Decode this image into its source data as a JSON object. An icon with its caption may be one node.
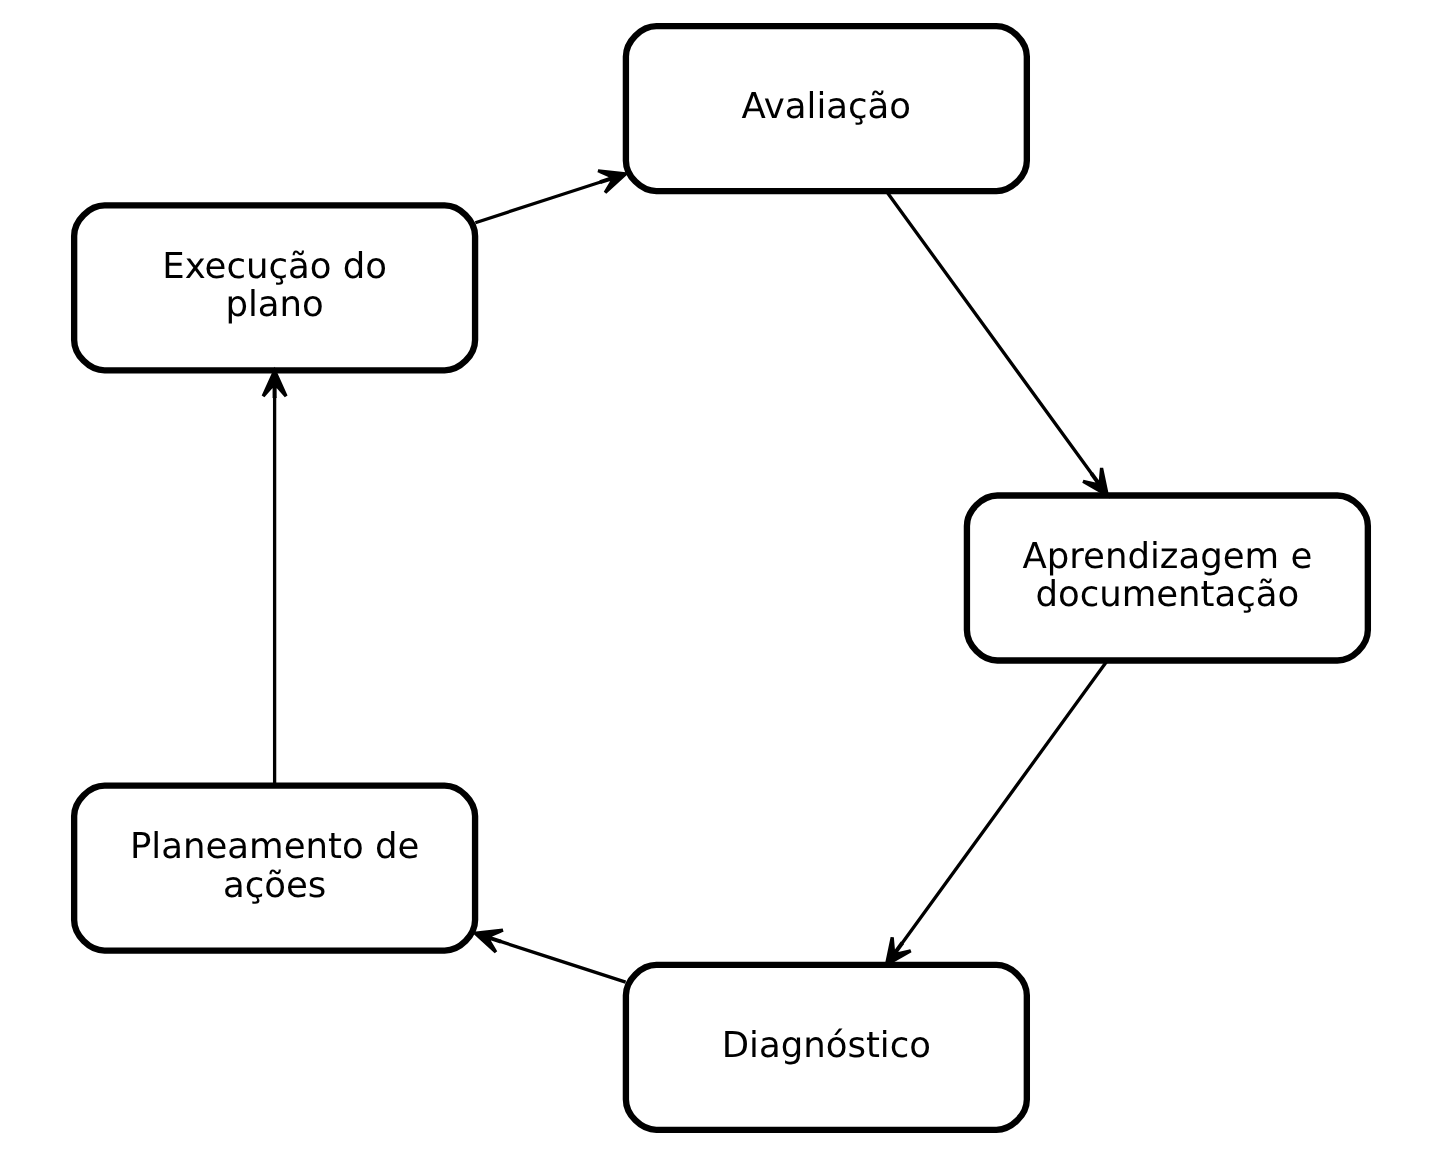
{
  "diagram": {
    "nodes": [
      {
        "text": [
          "Diagnóstico"
        ]
      },
      {
        "text": [
          "Planeamento de ações"
        ]
      },
      {
        "text": [
          "Execução do plano"
        ]
      },
      {
        "text": [
          "Avaliação"
        ]
      },
      {
        "text": [
          "Aprendizagem e documentação"
        ]
      }
    ],
    "edges": [
      {
        "from": 0,
        "to": 1,
        "arrow": "to"
      },
      {
        "from": 1,
        "to": 2,
        "arrow": "to"
      },
      {
        "from": 2,
        "to": 3,
        "arrow": "to"
      },
      {
        "from": 3,
        "to": 4,
        "arrow": "to"
      },
      {
        "from": 4,
        "to": 0,
        "arrow": "to"
      }
    ]
  }
}
